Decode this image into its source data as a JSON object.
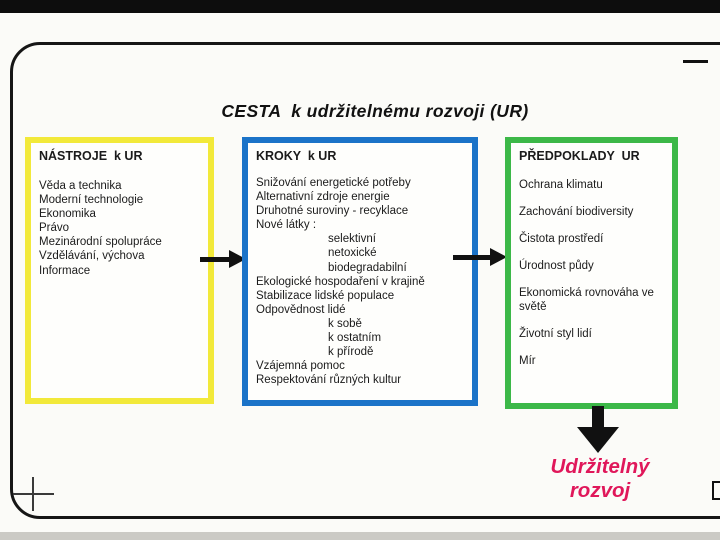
{
  "slide": {
    "title": "CESTA  k udržitelnému rozvoji (UR)",
    "boxes": [
      {
        "header": "NÁSTROJE  k UR",
        "border_color": "#f2e93a",
        "items": [
          {
            "text": "Věda a technika"
          },
          {
            "text": "Moderní technologie"
          },
          {
            "text": "Ekonomika"
          },
          {
            "text": "Právo"
          },
          {
            "text": "Mezinárodní spolupráce"
          },
          {
            "text": "Vzdělávání, výchova"
          },
          {
            "text": "Informace"
          }
        ]
      },
      {
        "header": "KROKY  k UR",
        "border_color": "#1b73c8",
        "items": [
          {
            "text": "Snižování energetické potřeby"
          },
          {
            "text": "Alternativní zdroje energie"
          },
          {
            "text": "Druhotné suroviny - recyklace"
          },
          {
            "text": "Nové látky :"
          },
          {
            "text": "selektivní",
            "indent": true
          },
          {
            "text": "netoxické",
            "indent": true
          },
          {
            "text": "biodegradabilní",
            "indent": true
          },
          {
            "text": "Ekologické hospodaření v krajině"
          },
          {
            "text": "Stabilizace lidské populace"
          },
          {
            "text": "Odpovědnost lidé"
          },
          {
            "text": "k sobě",
            "indent": true
          },
          {
            "text": "k ostatním",
            "indent": true
          },
          {
            "text": "k přírodě",
            "indent": true
          },
          {
            "text": "Vzájemná pomoc"
          },
          {
            "text": "Respektování různých kultur"
          }
        ]
      },
      {
        "header": "PŘEDPOKLADY  UR",
        "border_color": "#3cb848",
        "items": [
          {
            "text": "Ochrana klimatu"
          },
          {
            "text": "Zachování biodiversity"
          },
          {
            "text": "Čistota prostředí"
          },
          {
            "text": "Úrodnost půdy"
          },
          {
            "text": "Ekonomická rovnováha ve světě"
          },
          {
            "text": "Životní styl lidí"
          },
          {
            "text": "Mír"
          }
        ]
      }
    ],
    "result": {
      "line1": "Udržitelný",
      "line2": "rozvoj",
      "color": "#e0175a"
    },
    "decorations": {
      "arrow_color": "#111111",
      "frame_color": "#161616",
      "top_bar_color": "#0d0d0d",
      "plus_mark_icon": "crop-plus-icon",
      "bracket_mark_icon": "crop-bracket-icon"
    }
  }
}
